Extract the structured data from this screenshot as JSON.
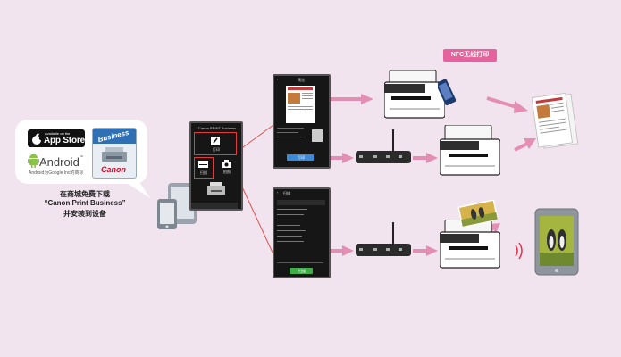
{
  "store_bubble": {
    "appstore_small": "Available on the",
    "appstore_big": "App Store",
    "android_label": "Android",
    "android_note": "Android为Google Inc的商标",
    "business_label": "Business",
    "canon_label": "Canon"
  },
  "caption": {
    "line1": "在商城免费下载",
    "line2": "“Canon Print Business”",
    "line3": "并安装到设备"
  },
  "app_home": {
    "title": "Canon PRINT Business",
    "print_label": "打印",
    "scan_label": "扫描",
    "camera_label": "拍照"
  },
  "print_screen": {
    "title": "预览",
    "print_button": "打印"
  },
  "scan_screen": {
    "title": "扫描",
    "scan_button": "扫描"
  },
  "nfc_label": "NFC无线打印",
  "colors": {
    "background": "#f2e4ef",
    "arrow": "#e48eb3",
    "connector": "#d9534f",
    "nfc_badge": "#e5629c",
    "signal": "#e2304a",
    "screen": "#161616"
  }
}
